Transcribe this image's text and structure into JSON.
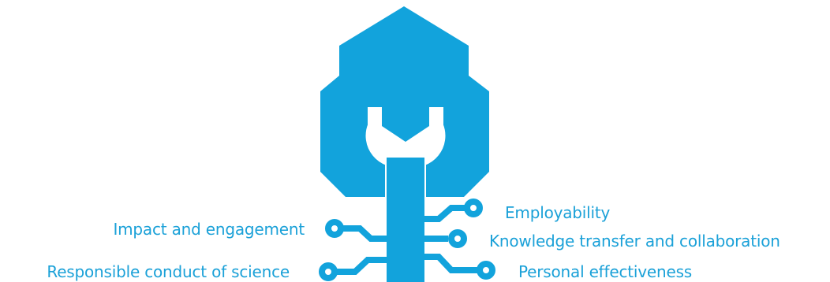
{
  "colors": {
    "brand": "#12a3dc",
    "label": "#1ba1d8"
  },
  "icon": "tree-wrench-circuit-icon",
  "labels": {
    "left": [
      "Impact and engagement",
      "Responsible conduct of science"
    ],
    "right": [
      "Employability",
      "Knowledge transfer and collaboration",
      "Personal effectiveness"
    ]
  }
}
